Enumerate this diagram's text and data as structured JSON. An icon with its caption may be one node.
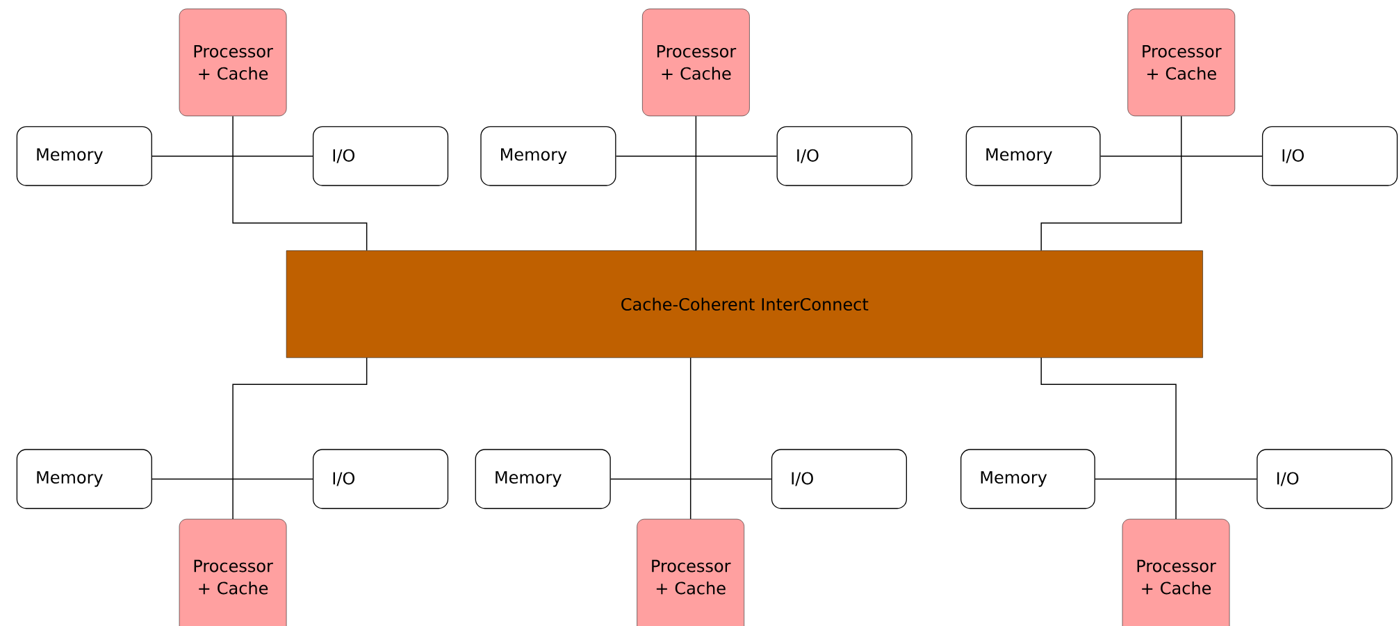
{
  "diagram": {
    "nodes": [
      {
        "text": [
          "Processor + Cache"
        ]
      },
      {
        "text": [
          "Processor + Cache"
        ]
      },
      {
        "text": [
          "Processor + Cache"
        ]
      },
      {
        "text": [
          "Memory"
        ]
      },
      {
        "text": [
          "I/O"
        ]
      },
      {
        "text": [
          "Memory"
        ]
      },
      {
        "text": [
          "I/O"
        ]
      },
      {
        "text": [
          "Memory"
        ]
      },
      {
        "text": [
          "I/O"
        ]
      },
      {
        "text": [
          "Cache-Coherent InterConnect"
        ]
      },
      {
        "text": [
          "Memory"
        ]
      },
      {
        "text": [
          "I/O"
        ]
      },
      {
        "text": [
          "Memory"
        ]
      },
      {
        "text": [
          "I/O"
        ]
      },
      {
        "text": [
          "Memory"
        ]
      },
      {
        "text": [
          "I/O"
        ]
      },
      {
        "text": [
          "Processor + Cache"
        ]
      },
      {
        "text": [
          "Processor + Cache"
        ]
      },
      {
        "text": [
          "Processor + Cache"
        ]
      }
    ],
    "edges": [
      {
        "from": 3,
        "to": 4,
        "arrow": "none"
      },
      {
        "from": 5,
        "to": 6,
        "arrow": "none"
      },
      {
        "from": 7,
        "to": 8,
        "arrow": "none"
      },
      {
        "from": 10,
        "to": 11,
        "arrow": "none"
      },
      {
        "from": 12,
        "to": 13,
        "arrow": "none"
      },
      {
        "from": 14,
        "to": 15,
        "arrow": "none"
      },
      {
        "from": 0,
        "to": 9,
        "arrow": "none"
      },
      {
        "from": 1,
        "to": 9,
        "arrow": "none"
      },
      {
        "from": 2,
        "to": 9,
        "arrow": "none"
      },
      {
        "from": 16,
        "to": 9,
        "arrow": "none"
      },
      {
        "from": 17,
        "to": 9,
        "arrow": "none"
      },
      {
        "from": 18,
        "to": 9,
        "arrow": "none"
      }
    ]
  }
}
